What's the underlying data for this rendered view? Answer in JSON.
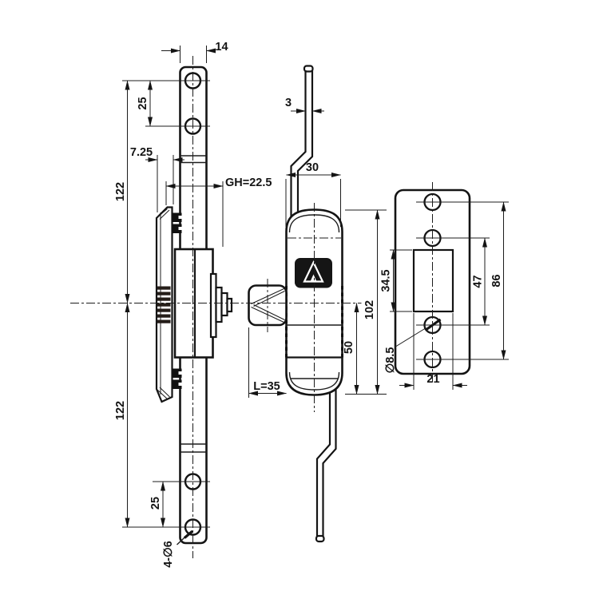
{
  "drawing": {
    "type": "engineering-dimension-drawing",
    "background": "#ffffff",
    "line_color": "#1c1c1c",
    "badge_color": "#151515",
    "views": {
      "side_view": "side profile of rod-control lock on mounting rail",
      "front_view": "front view of lock body with connecting rods",
      "strike_plate_view": "mounting strike plate with slot and holes"
    },
    "dimensions": {
      "rail_width": "14",
      "top_hole_pitch": "25",
      "rail_upper_length": "122",
      "rail_lower_length": "122",
      "bottom_hole_pitch": "25",
      "bracket_offset": "7.25",
      "grip_height": "GH=22.5",
      "rail_hole_callout": "4-∅6",
      "rod_width": "3",
      "body_width": "30",
      "body_length": "102",
      "body_lower_length": "50",
      "spindle_length": "L=35",
      "plate_slot_height": "34.5",
      "plate_inner_hole_pitch": "47",
      "plate_outer_hole_pitch": "86",
      "plate_hole_diameter": "∅8.5",
      "plate_slot_width": "21"
    }
  }
}
